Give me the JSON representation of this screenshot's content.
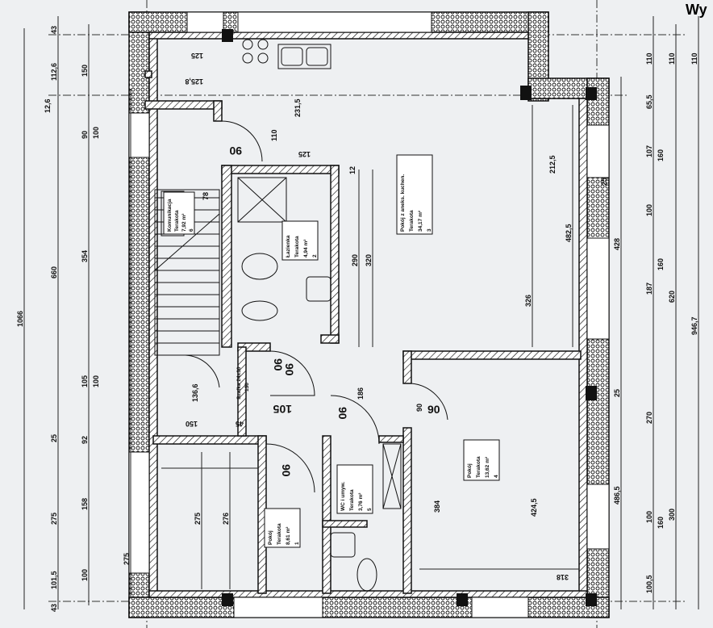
{
  "title_fragment": "Wy",
  "rooms": [
    {
      "name": "Pokój z aneks. kuchen.",
      "floor": "Terakota",
      "area": "34,17 m²",
      "no": "3"
    },
    {
      "name": "Pokój",
      "floor": "Terakota",
      "area": "13,62 m²",
      "no": "4"
    },
    {
      "name": "Pokój",
      "floor": "Terakota",
      "area": "8,61 m²",
      "no": "1"
    },
    {
      "name": "Łazienka",
      "floor": "Terakota",
      "area": "4,94 m²",
      "no": "2"
    },
    {
      "name": "WC i umyw.",
      "floor": "Terakota",
      "area": "3,76 m²",
      "no": "5"
    },
    {
      "name": "Komunikacja",
      "floor": "Terakota",
      "area": "7,92 m²",
      "no": "6"
    }
  ],
  "cabinet": {
    "name": "Szafka 24x30",
    "height": "130"
  },
  "doors": [
    "90",
    "90",
    "105",
    "90",
    "90",
    "90",
    "90"
  ],
  "dims_left_outer": [
    "43",
    "112,6",
    "12,6",
    "660",
    "25",
    "275",
    "101,5",
    "43",
    "1066"
  ],
  "dims_left_inner": [
    "150",
    "90",
    "100",
    "354",
    "105",
    "100",
    "92",
    "158",
    "100",
    "275"
  ],
  "dims_right_inner": [
    "110",
    "65,5",
    "107",
    "100",
    "187",
    "25",
    "270",
    "100",
    "100,5"
  ],
  "dims_right_mid": [
    "160",
    "160",
    "428",
    "486,5",
    "160"
  ],
  "dims_right_outer": [
    "110",
    "620",
    "300",
    "110",
    "946,7"
  ],
  "dims_interior": [
    "125",
    "125,8",
    "110",
    "231,5",
    "125",
    "78",
    "12",
    "290",
    "320",
    "212,5",
    "482,5",
    "326",
    "136,6",
    "150",
    "45",
    "186",
    "90",
    "384",
    "424,5",
    "318",
    "276",
    "275",
    "25"
  ]
}
